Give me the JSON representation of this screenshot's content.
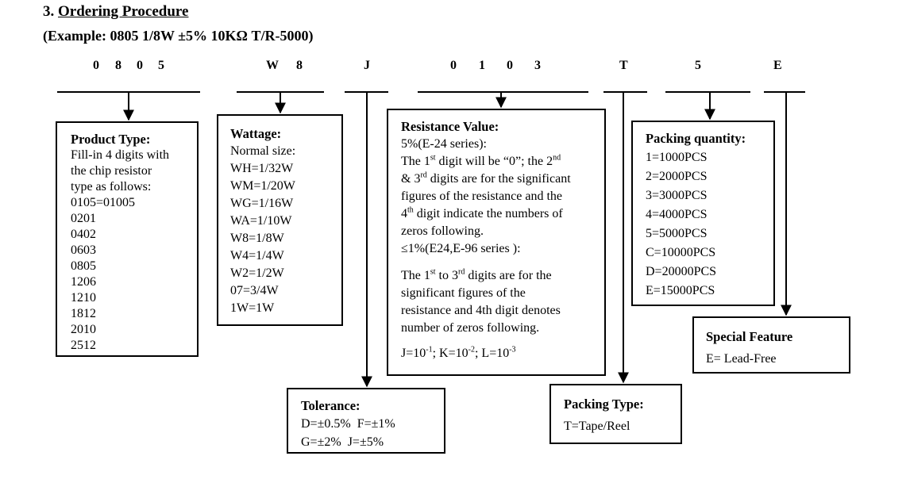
{
  "header": {
    "section_number": "3.",
    "section_title": "Ordering Procedure",
    "example": "(Example: 0805 1/8W ±5% 10KΩ T/R-5000)"
  },
  "code_digits": {
    "size": [
      "0",
      "8",
      "0",
      "5"
    ],
    "wattage": [
      "W",
      "8"
    ],
    "tolerance": "J",
    "resistance": [
      "0",
      "1",
      "0",
      "3"
    ],
    "packing_type": "T",
    "packing_qty": "5",
    "special": "E"
  },
  "product_type": {
    "heading": "Product Type:",
    "intro": [
      "Fill-in 4 digits with",
      "the chip resistor",
      "type as follows:"
    ],
    "items": [
      "0105=01005",
      "0201",
      "0402",
      "0603",
      "0805",
      "1206",
      "1210",
      "1812",
      "2010",
      "2512"
    ]
  },
  "wattage": {
    "heading": "Wattage:",
    "subheading": "Normal size:",
    "items": [
      "WH=1/32W",
      "WM=1/20W",
      "WG=1/16W",
      "WA=1/10W",
      "W8=1/8W",
      "W4=1/4W",
      "W2=1/2W",
      "07=3/4W",
      "1W=1W"
    ]
  },
  "resistance": {
    "heading": "Resistance Value:",
    "series5": "5%(E-24 series):",
    "p1_a": "The 1",
    "p1_sup1": "st",
    "p1_b": " digit will be “0”; the 2",
    "p1_sup2": "nd",
    "p2_a": "& 3",
    "p2_sup": "rd",
    "p2_b": " digits are for the significant",
    "p3": "figures of the resistance and the",
    "p4_a": "4",
    "p4_sup": "th",
    "p4_b": " digit indicate the numbers of",
    "p5": "zeros following.",
    "series1": "≤1%(E24,E-96 series ):",
    "q1_a": "The 1",
    "q1_sup1": "st",
    "q1_b": " to 3",
    "q1_sup2": "rd",
    "q1_c": " digits are for the",
    "q2": "significant figures of the",
    "q3": "resistance and 4th digit denotes",
    "q4": "number of zeros following.",
    "mult_j": "J=10",
    "mult_j_exp": "-1",
    "mult_k": "; K=10",
    "mult_k_exp": "-2",
    "mult_l": "; L=10",
    "mult_l_exp": "-3"
  },
  "packing_quantity": {
    "heading": "Packing quantity:",
    "items": [
      "1=1000PCS",
      "2=2000PCS",
      "3=3000PCS",
      "4=4000PCS",
      "5=5000PCS",
      "C=10000PCS",
      "D=20000PCS",
      "E=15000PCS"
    ]
  },
  "special_feature": {
    "heading": "Special Feature",
    "value": "E= Lead-Free"
  },
  "tolerance": {
    "heading": "Tolerance:",
    "row1": "D=±0.5%  F=±1%",
    "row2": "G=±2%  J=±5%"
  },
  "packing_type": {
    "heading": "Packing Type:",
    "value": "T=Tape/Reel"
  }
}
